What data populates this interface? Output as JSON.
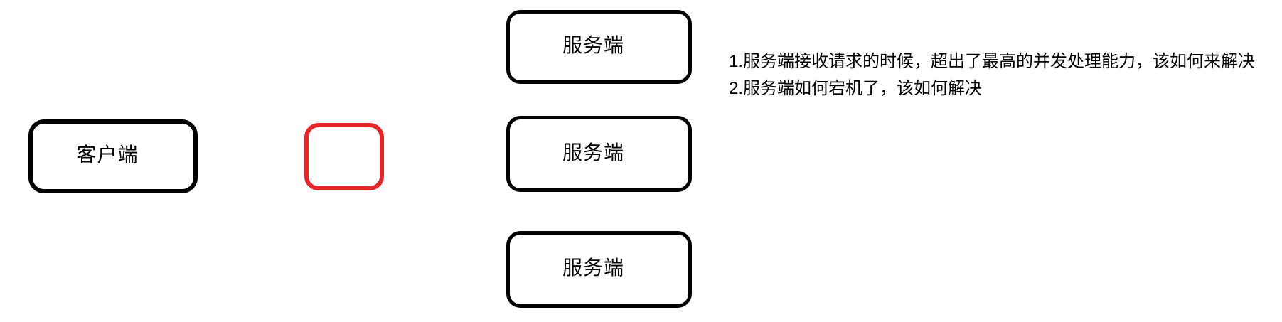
{
  "colors": {
    "shape_stroke": "#000000",
    "highlight_red": "#e5262b",
    "text": "#000000",
    "background": "#ffffff"
  },
  "diagram": {
    "client_box": {
      "label": "客户端"
    },
    "empty_red_box": {
      "label": ""
    },
    "server_boxes": [
      {
        "label": "服务端"
      },
      {
        "label": "服务端"
      },
      {
        "label": "服务端"
      }
    ],
    "notes": [
      "1.服务端接收请求的时候，超出了最高的并发处理能力，该如何来解决",
      "2.服务端如何宕机了，该如何解决"
    ]
  }
}
